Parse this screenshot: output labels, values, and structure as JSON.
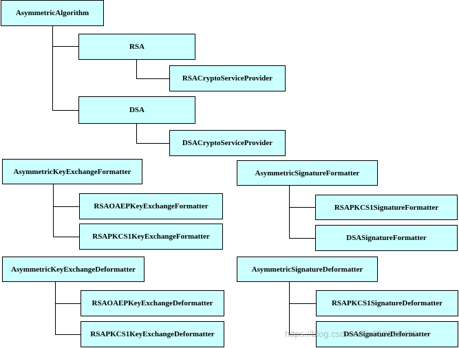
{
  "diagram": {
    "colors": {
      "box_fill": "#ccffff",
      "box_border": "#000000",
      "connector": "#000000"
    },
    "nodes": {
      "asymmetric_algorithm": "AsymmetricAlgorithm",
      "rsa": "RSA",
      "rsa_csp": "RSACryptoServiceProvider",
      "dsa": "DSA",
      "dsa_csp": "DSACryptoServiceProvider",
      "asym_key_exchange_formatter": "AsymmetricKeyExchangeFormatter",
      "rsa_oaep_key_exchange_formatter": "RSAOAEPKeyExchangeFormatter",
      "rsa_pkcs1_key_exchange_formatter": "RSAPKCS1KeyExchangeFormatter",
      "asym_signature_formatter": "AsymmetricSignatureFormatter",
      "rsa_pkcs1_signature_formatter": "RSAPKCS1SignatureFormatter",
      "dsa_signature_formatter": "DSASignatureFormatter",
      "asym_key_exchange_deformatter": "AsymmetricKeyExchangeDeformatter",
      "rsa_oaep_key_exchange_deformatter": "RSAOAEPKeyExchangeDeformatter",
      "rsa_pkcs1_key_exchange_deformatter": "RSAPKCS1KeyExchangeDeformatter",
      "asym_signature_deformatter": "AsymmetricSignatureDeformatter",
      "rsa_pkcs1_signature_deformatter": "RSAPKCS1SignatureDeformatter",
      "dsa_signature_deformatter": "DSASignatureDeformatter"
    },
    "watermark": "https://blog.csdn.net/u010190490"
  }
}
